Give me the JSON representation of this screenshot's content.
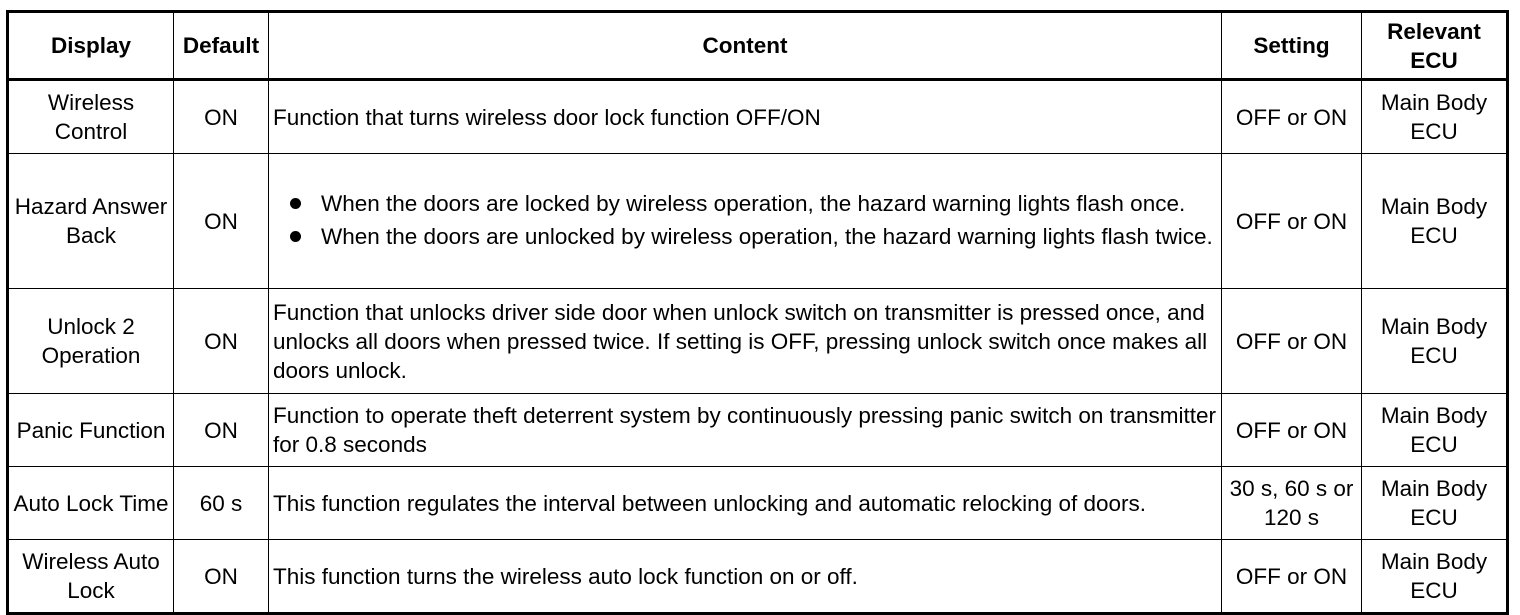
{
  "headers": {
    "display": "Display",
    "default": "Default",
    "content": "Content",
    "setting": "Setting",
    "ecu": "Relevant ECU"
  },
  "rows": [
    {
      "display": "Wireless Control",
      "default": "ON",
      "content": "Function that turns wireless door lock function OFF/ON",
      "setting": "OFF or ON",
      "ecu": "Main Body ECU"
    },
    {
      "display": "Hazard Answer Back",
      "default": "ON",
      "bullets": [
        "When the doors are locked by wireless operation, the hazard warning lights flash once.",
        "When the doors are unlocked by wireless operation, the hazard warning lights flash twice."
      ],
      "setting": "OFF or ON",
      "ecu": "Main Body ECU"
    },
    {
      "display": "Unlock 2 Operation",
      "default": "ON",
      "content": "Function that unlocks driver side door when unlock switch on transmitter is pressed once, and unlocks all doors when pressed twice. If setting is OFF, pressing unlock switch once makes all doors unlock.",
      "setting": "OFF or ON",
      "ecu": "Main Body ECU"
    },
    {
      "display": "Panic Function",
      "default": "ON",
      "content": "Function to operate theft deterrent system by continuously pressing panic switch on transmitter for 0.8 seconds",
      "setting": "OFF or ON",
      "ecu": "Main Body ECU"
    },
    {
      "display": "Auto Lock Time",
      "default": "60 s",
      "content": "This function regulates the interval between unlocking and automatic relocking of doors.",
      "setting": "30 s, 60 s or 120 s",
      "ecu": "Main Body ECU"
    },
    {
      "display": "Wireless Auto Lock",
      "default": "ON",
      "content": "This function turns the wireless auto lock function on or off.",
      "setting": "OFF or ON",
      "ecu": "Main Body ECU"
    }
  ]
}
